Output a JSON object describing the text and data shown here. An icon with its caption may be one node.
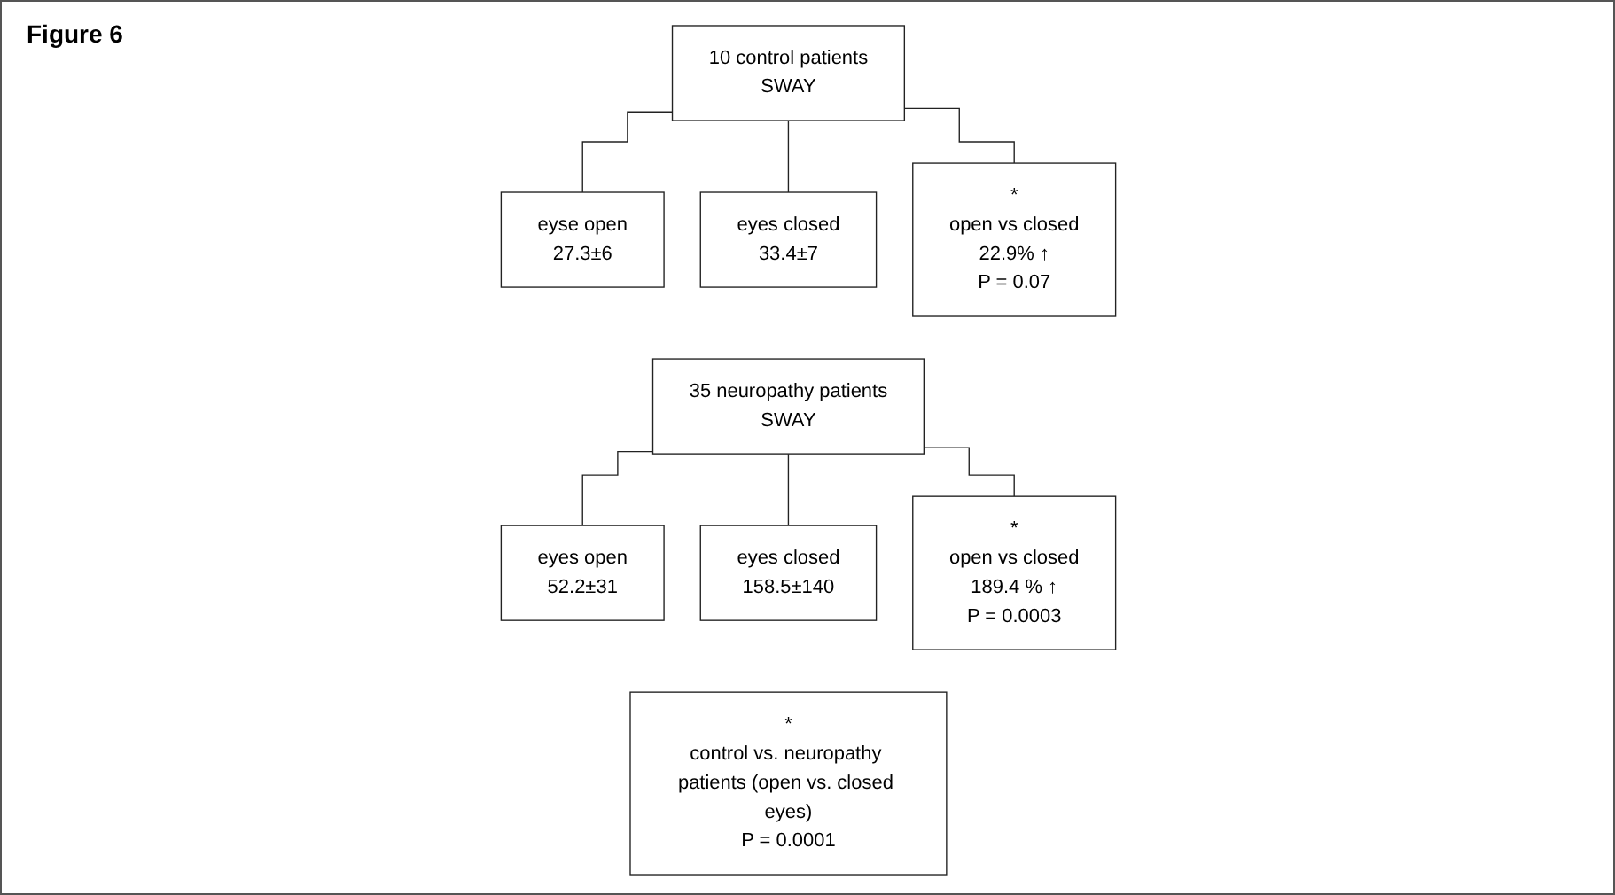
{
  "diagram": {
    "title": "Figure 6",
    "nodes": [
      {
        "text": [
          "10 control patients",
          "SWAY"
        ]
      },
      {
        "text": [
          "eyse open",
          "27.3±6"
        ]
      },
      {
        "text": [
          "eyes closed",
          "33.4±7"
        ]
      },
      {
        "text": [
          "*",
          "open vs closed",
          "22.9% ↑",
          "P = 0.07"
        ]
      },
      {
        "text": [
          "35 neuropathy patients",
          "SWAY"
        ]
      },
      {
        "text": [
          "eyes open",
          "52.2±31"
        ]
      },
      {
        "text": [
          "eyes closed",
          "158.5±140"
        ]
      },
      {
        "text": [
          "*",
          "open vs closed",
          "189.4 % ↑",
          "P = 0.0003"
        ]
      },
      {
        "text": [
          "*",
          "control vs. neuropathy patients (open vs. closed eyes)",
          "P = 0.0001"
        ]
      }
    ],
    "edges": [
      {
        "from": 0,
        "to": 1,
        "arrow": "none"
      },
      {
        "from": 0,
        "to": 2,
        "arrow": "none"
      },
      {
        "from": 0,
        "to": 3,
        "arrow": "none"
      },
      {
        "from": 4,
        "to": 5,
        "arrow": "none"
      },
      {
        "from": 4,
        "to": 6,
        "arrow": "none"
      },
      {
        "from": 4,
        "to": 7,
        "arrow": "none"
      }
    ]
  }
}
